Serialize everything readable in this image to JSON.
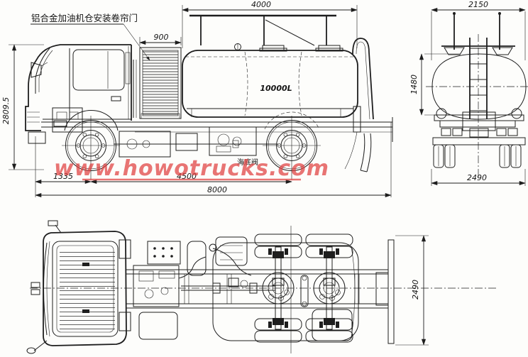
{
  "drawing": {
    "watermark": {
      "text": "www.howotrucks.com",
      "color": "#e04040"
    },
    "side_view": {
      "label_rolling_door": "铝合金加油机仓安装卷帘门",
      "label_bottom_valve": "海底阀",
      "tank_capacity": "10000L",
      "dim_overall_height": "2809.5",
      "dim_cabinet_width": "900",
      "dim_tank_length": "4000",
      "dim_front_overhang": "1335",
      "dim_wheelbase": "4500",
      "dim_overall_length": "8000"
    },
    "rear_view": {
      "dim_tank_width": "2150",
      "dim_tank_height": "1480",
      "dim_track_width": "2490"
    },
    "top_view": {
      "dim_overall_width": "2490"
    },
    "colors": {
      "line": "#1e1e1e",
      "background": "#fdfdfb"
    }
  }
}
